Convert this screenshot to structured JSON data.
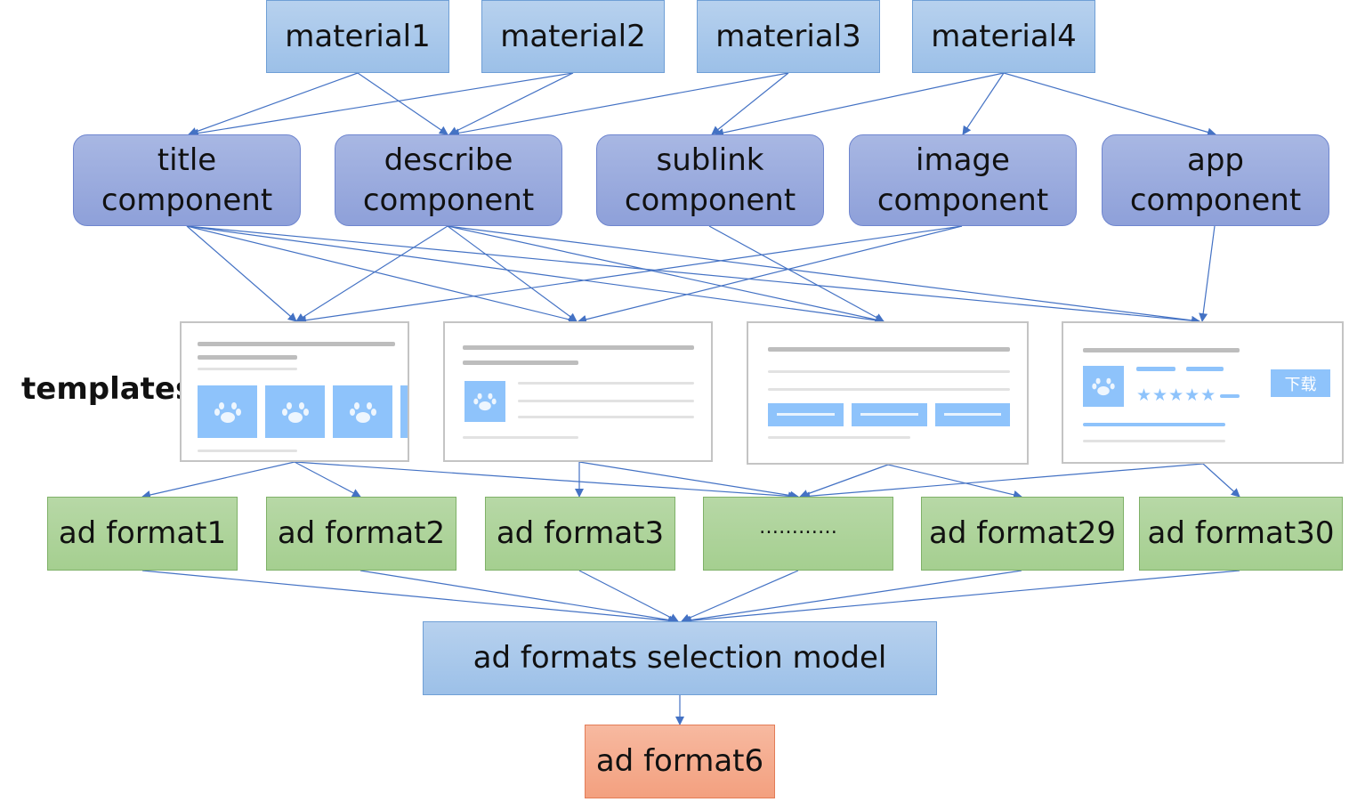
{
  "materials": [
    "material1",
    "material2",
    "material3",
    "material4"
  ],
  "components": [
    "title\ncomponent",
    "describe\ncomponent",
    "sublink\ncomponent",
    "image\ncomponent",
    "app\ncomponent"
  ],
  "templates_label": "templates",
  "template_4_button": "下载",
  "template_4_stars": "★★★★★",
  "formats": [
    "ad format1",
    "ad format2",
    "ad format3",
    "…………",
    "ad format29",
    "ad format30"
  ],
  "model": "ad formats selection model",
  "result": "ad format6",
  "colors": {
    "material_fill": "#9cc0e8",
    "component_fill": "#8ea0d9",
    "format_fill": "#a5cf90",
    "result_fill": "#f3a07f",
    "arrow": "#4472c4",
    "template_accent": "#8ec3fb"
  }
}
